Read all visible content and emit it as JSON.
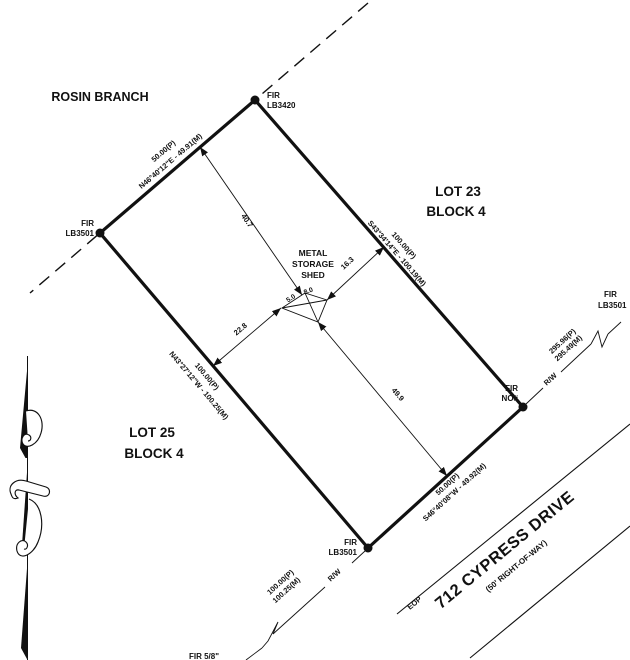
{
  "page": {
    "background": "#ffffff",
    "ink": "#111111"
  },
  "areas": {
    "rosin_branch": "ROSIN BRANCH",
    "lot23_name": "LOT 23",
    "lot23_block": "BLOCK 4",
    "lot25_name": "LOT 25",
    "lot25_block": "BLOCK 4"
  },
  "street": {
    "name": "712 CYPRESS DRIVE",
    "row": "(50' RIGHT-OF-WAY)",
    "eop": "EOP",
    "rw_right": "R/W",
    "rw_bottom": "R/W"
  },
  "monuments": {
    "north": {
      "line1": "FIR",
      "line2": "LB3420"
    },
    "west": {
      "line1": "FIR",
      "line2": "LB3501"
    },
    "south": {
      "line1": "FIR",
      "line2": "LB3501"
    },
    "east": {
      "line1": "FIR",
      "line2": "NO#"
    },
    "far_east": {
      "line1": "FIR",
      "line2": "LB3501"
    },
    "far_south": "FIR 5/8\""
  },
  "boundaries": {
    "northwest": {
      "plat": "50.00(P)",
      "measured": "N46°40'12\"E - 49.91(M)"
    },
    "northeast": {
      "plat": "100.00(P)",
      "measured": "S43°34'14\"E - 100.19(M)"
    },
    "southwest": {
      "plat": "100.00(P)",
      "measured": "N43°27'12\"W - 100.25(M)"
    },
    "southeast": {
      "plat": "50.00(P)",
      "measured": "S46°40'08\"W - 49.92(M)"
    }
  },
  "rw_dimensions": {
    "right": {
      "plat": "295.96(P)",
      "measured": "295.49(M)"
    },
    "bottom": {
      "plat": "100.00(P)",
      "measured": "100.25(M)"
    }
  },
  "shed": {
    "label1": "METAL",
    "label2": "STORAGE",
    "label3": "SHED",
    "side_short": "5.0",
    "side_long": "8.0"
  },
  "shed_distances": {
    "to_northwest": "40.7",
    "to_northeast": "16.3",
    "to_southwest": "22.8",
    "to_southeast": "49.9"
  }
}
